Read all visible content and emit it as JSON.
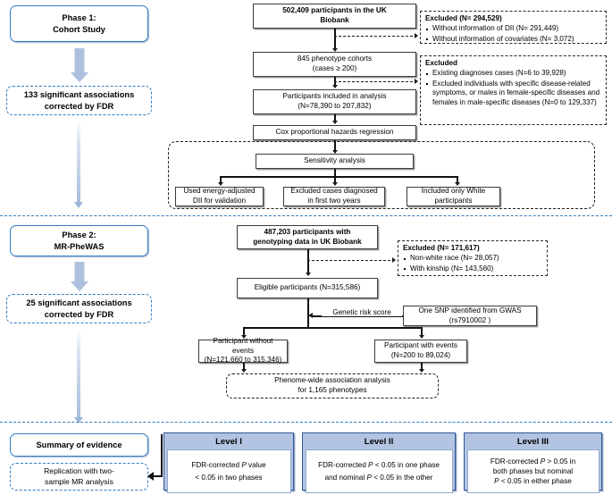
{
  "phase1": {
    "title": "Phase 1:\nCohort Study",
    "title_line1": "Phase 1:",
    "title_line2": "Cohort Study",
    "result": "133 significant associations corrected by FDR",
    "result_line1": "133 significant associations",
    "result_line2": "corrected by FDR"
  },
  "phase2": {
    "title_line1": "Phase 2:",
    "title_line2": "MR-PheWAS",
    "result_line1": "25 significant associations",
    "result_line2": "corrected by FDR"
  },
  "flow1": {
    "step1_line1": "502,409 participants in the UK",
    "step1_line2": "Biobank",
    "step2_line1": "845 phenotype cohorts",
    "step2_line2": "(cases ≥ 200)",
    "step3_line1": "Participants included in analysis",
    "step3_line2": "(N=78,390 to 207,832)",
    "step4": "Cox proportional hazards regression",
    "sensitivity": "Sensitivity analysis",
    "sens1_line1": "Used energy-adjusted",
    "sens1_line2": "DII for validation",
    "sens2_line1": "Excluded cases diagnosed",
    "sens2_line2": "in first two years",
    "sens3_line1": "Included only White",
    "sens3_line2": "participants"
  },
  "excluded1": {
    "header": "Excluded (N= 294,529)",
    "items": [
      "Without information of DII (N= 291,449)",
      "Without information of covariates (N= 3,072)"
    ]
  },
  "excluded2": {
    "header": "Excluded",
    "items": [
      "Existing diagnoses cases (N=6 to 39,928)",
      "Excluded individuals with specific disease-related symptoms, or males in female-specific diseases and females in male-specific diseases (N=0 to 129,337)"
    ]
  },
  "flow2": {
    "step1_line1": "487,203 participants with",
    "step1_line2": "genotyping data in UK Biobank",
    "step2": "Eligible participants (N=315,586)",
    "grs_label": "Genetic risk score",
    "snp_line1": "One SNP identified from GWAS",
    "snp_line2": "(rs7910002 )",
    "without_line1": "Participant without events",
    "without_line2": "(N=121,660 to 315,346)",
    "with_line1": "Participant with events",
    "with_line2": "(N=200 to 89,024)",
    "phewas_line1": "Phenome-wide association analysis",
    "phewas_line2": "for 1,165 phenotypes"
  },
  "excluded3": {
    "header": "Excluded (N= 171,617)",
    "items": [
      "Non-white race (N= 28,057)",
      "With kinship (N= 143,560)"
    ]
  },
  "summary": {
    "title": "Summary of evidence",
    "replication_line1": "Replication with two-",
    "replication_line2": "sample MR analysis",
    "levels": [
      {
        "title": "Level I",
        "line1_pre": "FDR-corrected ",
        "line1_italic": "P",
        "line1_post": " value",
        "line2": "< 0.05 in two phases",
        "line3": ""
      },
      {
        "title": "Level II",
        "line1_pre": "FDR-corrected ",
        "line1_italic": "P",
        "line1_post": " < 0.05 in one phase",
        "line2_pre": "and nominal ",
        "line2_italic": "P",
        "line2_post": " < 0.05 in the other"
      },
      {
        "title": "Level III",
        "line1_pre": "FDR-corrected ",
        "line1_italic": "P",
        "line1_post": " > 0.05 in",
        "line2": "both phases but nominal",
        "line3_italic": "P",
        "line3_post": " < 0.05 in either phase"
      }
    ]
  },
  "colors": {
    "accent_blue": "#2f7ec4",
    "level_fill": "#b3c4e2",
    "level_border": "#2f5597",
    "arrow_blue": "#adc0dd",
    "box_border": "#3b3b3b"
  }
}
